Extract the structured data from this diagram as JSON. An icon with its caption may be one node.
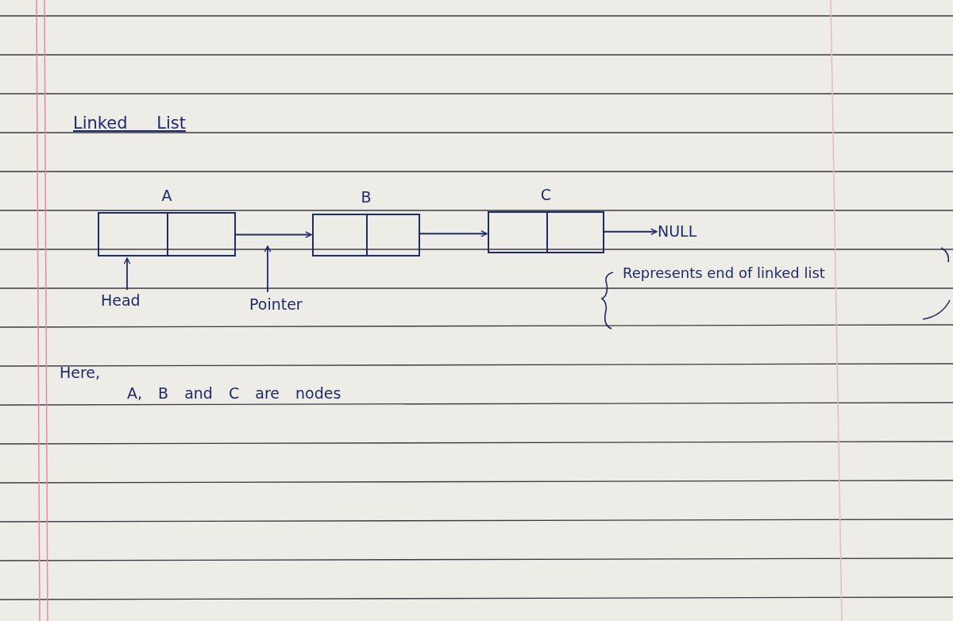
{
  "diagram": {
    "title": "Linked List",
    "nodes": [
      {
        "text": [
          "A"
        ]
      },
      {
        "text": [
          "B"
        ]
      },
      {
        "text": [
          "C"
        ]
      },
      {
        "text": [
          "NULL"
        ]
      },
      {
        "text": [
          "Head"
        ]
      },
      {
        "text": [
          "Pointer"
        ]
      }
    ],
    "edges": [
      {
        "from": 0,
        "to": 1,
        "arrow": "to"
      },
      {
        "from": 1,
        "to": 2,
        "arrow": "to"
      },
      {
        "from": 2,
        "to": 3,
        "arrow": "to"
      },
      {
        "from": 4,
        "to": 0,
        "arrow": "to"
      },
      {
        "from": 5,
        "to": null,
        "arrow": "to"
      }
    ],
    "labels": [
      "Represents end of linked list",
      "Here,",
      "A, B and C are nodes"
    ]
  }
}
